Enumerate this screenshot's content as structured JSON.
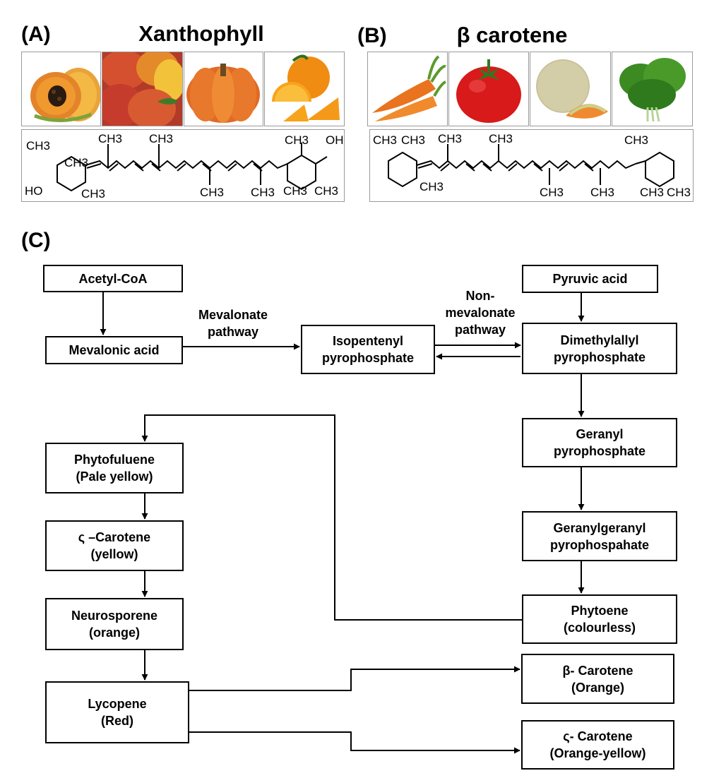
{
  "panels": {
    "a": {
      "letter": "(A)",
      "title": "Xanthophyll",
      "photos": [
        {
          "icon": "papaya-icon"
        },
        {
          "icon": "mango-icon"
        },
        {
          "icon": "pumpkin-icon"
        },
        {
          "icon": "orange-icon"
        }
      ],
      "structure": {
        "labels": [
          "CH3",
          "OH",
          "HO",
          "CH3",
          "CH3",
          "CH3",
          "CH3",
          "CH3",
          "CH3",
          "CH3",
          "CH3",
          "CH3"
        ]
      }
    },
    "b": {
      "letter": "(B)",
      "title": "β carotene",
      "photos": [
        {
          "icon": "carrot-icon"
        },
        {
          "icon": "tomato-icon"
        },
        {
          "icon": "melon-icon"
        },
        {
          "icon": "spinach-icon"
        }
      ],
      "structure": {
        "labels": [
          "CH3",
          "CH3",
          "CH3",
          "CH3",
          "CH3",
          "CH3",
          "CH3",
          "CH3",
          "CH3",
          "CH3"
        ]
      }
    },
    "c": {
      "letter": "(C)"
    }
  },
  "nodes": {
    "acetyl_coa": [
      "Acetyl-CoA"
    ],
    "mevalonic_acid": [
      "Mevalonic acid"
    ],
    "isopentenyl": [
      "Isopentenyl",
      "pyrophosphate"
    ],
    "pyruvic_acid": [
      "Pyruvic acid"
    ],
    "dimethylallyl": [
      "Dimethylallyl",
      "pyrophosphate"
    ],
    "geranyl": [
      "Geranyl",
      "pyrophosphate"
    ],
    "geranylgeranyl": [
      "Geranylgeranyl",
      "pyrophospahate"
    ],
    "phytoene": [
      "Phytoene",
      "(colourless)"
    ],
    "phytofuluene": [
      "Phytofuluene",
      "(Pale yellow)"
    ],
    "zeta_carotene": [
      "ς –Carotene",
      "(yellow)"
    ],
    "neurosporene": [
      "Neurosporene",
      "(orange)"
    ],
    "lycopene": [
      "Lycopene",
      "(Red)"
    ],
    "beta_carotene": [
      "β- Carotene",
      "(Orange)"
    ],
    "sigma_carotene": [
      "ς- Carotene",
      "(Orange-yellow)"
    ]
  },
  "edge_labels": {
    "mevalonate": [
      "Mevalonate",
      "pathway"
    ],
    "non_mevalonate": [
      "Non-",
      "mevalonate",
      "pathway"
    ]
  }
}
